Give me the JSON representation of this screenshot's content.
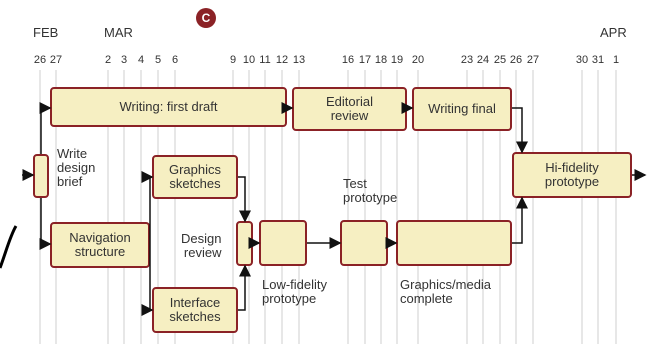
{
  "timeline": {
    "months": [
      "FEB",
      "MAR",
      "APR"
    ],
    "days": [
      "26",
      "27",
      "2",
      "3",
      "4",
      "5",
      "6",
      "9",
      "10",
      "11",
      "12",
      "13",
      "16",
      "17",
      "18",
      "19",
      "20",
      "23",
      "24",
      "25",
      "26",
      "27",
      "30",
      "31",
      "1"
    ]
  },
  "badge": "C",
  "tasks": {
    "write_design_brief": "Write\ndesign\nbrief",
    "writing_first_draft": "Writing: first draft",
    "editorial_review": "Editorial\nreview",
    "writing_final": "Writing final",
    "graphics_sketches": "Graphics\nsketches",
    "navigation_structure": "Navigation\nstructure",
    "interface_sketches": "Interface\nsketches",
    "design_review": "Design\nreview",
    "low_fidelity_prototype": "Low-fidelity\nprototype",
    "test_prototype": "Test\nprototype",
    "graphics_media_complete": "Graphics/media\ncomplete",
    "hi_fidelity_prototype": "Hi-fidelity\nprototype"
  },
  "colors": {
    "box_fill": "#f6efc2",
    "box_border": "#8b2226",
    "badge": "#8b2226",
    "grid": "#cfcfcf"
  }
}
